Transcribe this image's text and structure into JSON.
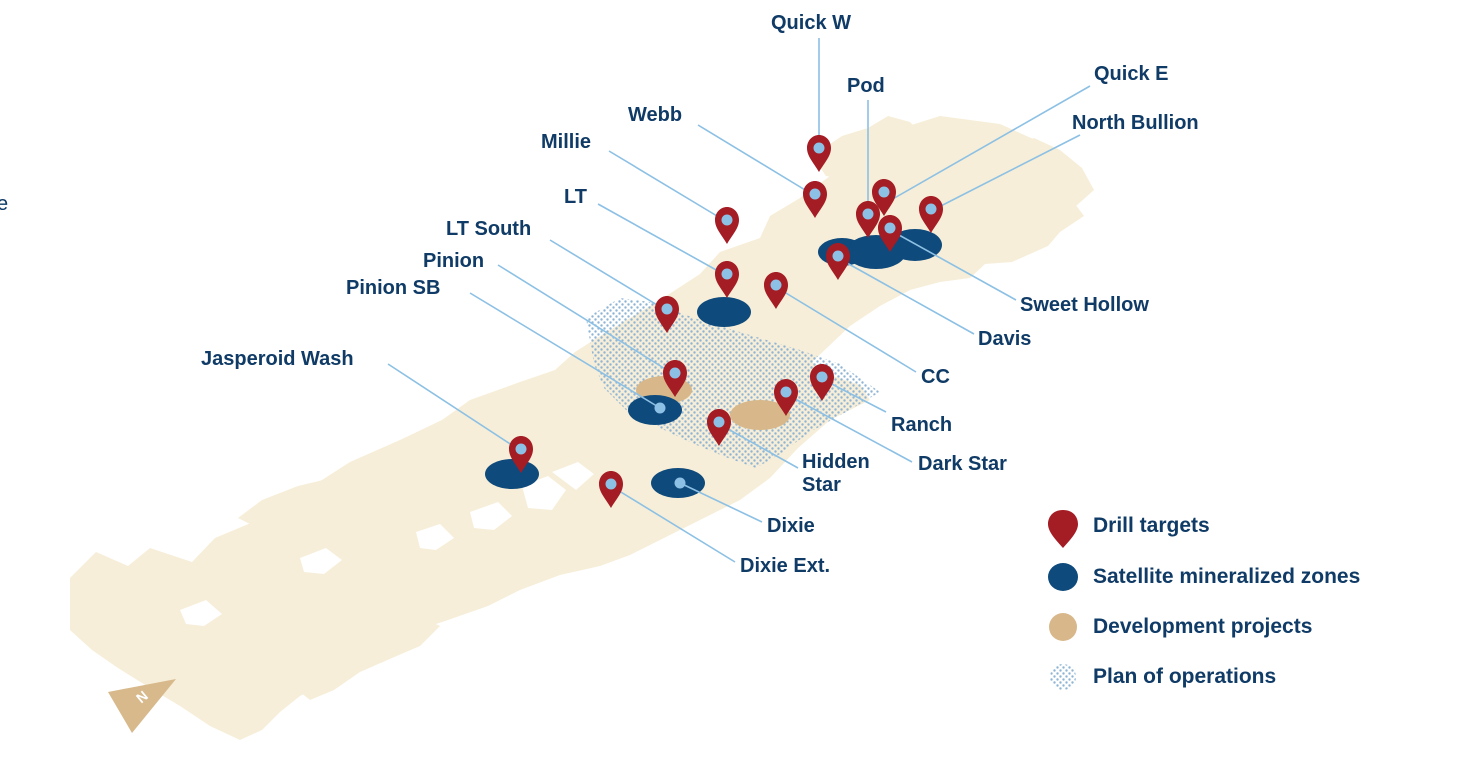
{
  "colors": {
    "land": "#f6eed8",
    "drill_target": "#a41c24",
    "satellite_zone": "#0f4a7c",
    "development": "#d8b88a",
    "plan_of_operations": "#8fb4d4",
    "leader_line": "#8cc0e4",
    "label_text": "#0f3b66",
    "north_arrow": "#d7b98c"
  },
  "edge_text": "e",
  "targets": [
    {
      "id": "quick-w",
      "label": "Quick W"
    },
    {
      "id": "pod",
      "label": "Pod"
    },
    {
      "id": "quick-e",
      "label": "Quick E"
    },
    {
      "id": "webb",
      "label": "Webb"
    },
    {
      "id": "north-bullion",
      "label": "North Bullion"
    },
    {
      "id": "millie",
      "label": "Millie"
    },
    {
      "id": "lt",
      "label": "LT"
    },
    {
      "id": "lt-south",
      "label": "LT South"
    },
    {
      "id": "pinion",
      "label": "Pinion"
    },
    {
      "id": "pinion-sb",
      "label": "Pinion SB"
    },
    {
      "id": "sweet-hollow",
      "label": "Sweet Hollow"
    },
    {
      "id": "davis",
      "label": "Davis"
    },
    {
      "id": "jasperoid-wash",
      "label": "Jasperoid Wash"
    },
    {
      "id": "cc",
      "label": "CC"
    },
    {
      "id": "ranch",
      "label": "Ranch"
    },
    {
      "id": "hidden-star",
      "label": "Hidden\nStar"
    },
    {
      "id": "dark-star",
      "label": "Dark Star"
    },
    {
      "id": "dixie",
      "label": "Dixie"
    },
    {
      "id": "dixie-ext",
      "label": "Dixie Ext."
    }
  ],
  "legend": {
    "drill_targets": "Drill targets",
    "satellite_zones": "Satellite mineralized zones",
    "development_projects": "Development projects",
    "plan_of_operations": "Plan of operations"
  },
  "north_arrow_letter": "N"
}
